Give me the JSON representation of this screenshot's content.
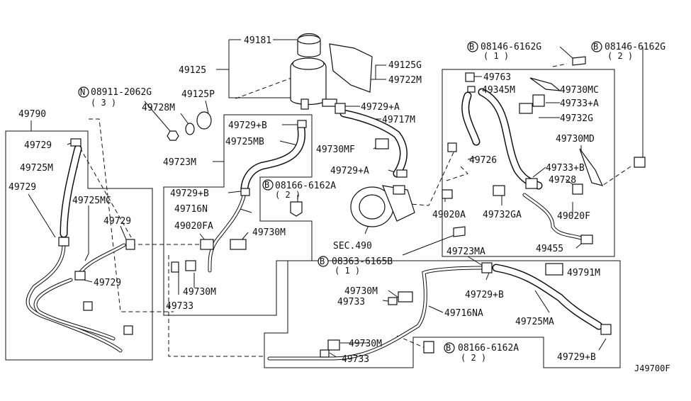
{
  "diagram_code": "J49700F",
  "labels": {
    "p49181": "49181",
    "p49125": "49125",
    "p49125G": "49125G",
    "p49722M": "49722M",
    "n08911": "08911-2062G",
    "n08911_qty": "( 3 )",
    "p49728M": "49728M",
    "p49125P": "49125P",
    "p49729A_1": "49729+A",
    "p49717M": "49717M",
    "p49790": "49790",
    "p49729_a": "49729",
    "p49725M": "49725M",
    "p49729_b": "49729",
    "p49725MC": "49725MC",
    "p49729_c": "49729",
    "p49729_d": "49729",
    "p49723M": "49723M",
    "p49729B_1": "49729+B",
    "p49725MB": "49725MB",
    "p49730MF": "49730MF",
    "p49729A_2": "49729+A",
    "b08166_a": "08166-6162A",
    "b08166_a_qty": "( 2 )",
    "p49729B_2": "49729+B",
    "p49716N": "49716N",
    "p49020FA": "49020FA",
    "p49730M_1": "49730M",
    "p49730M_2": "49730M",
    "p49733_1": "49733",
    "sec490": "SEC.490",
    "b08146_1": "08146-6162G",
    "b08146_1_qty": "( 1 )",
    "b08146_2": "08146-6162G",
    "b08146_2_qty": "( 2 )",
    "p49763": "49763",
    "p49345M": "49345M",
    "p49730MC": "49730MC",
    "p49733A": "49733+A",
    "p49732G": "49732G",
    "p49730MD": "49730MD",
    "p49726": "49726",
    "p49733B": "49733+B",
    "p49728": "49728",
    "p49020A": "49020A",
    "p49732GA": "49732GA",
    "p49020F": "49020F",
    "p49455": "49455",
    "b08363": "08363-6165B",
    "b08363_qty": "( 1 )",
    "p49723MA": "49723MA",
    "p49791M": "49791M",
    "p49730M_3": "49730M",
    "p49733_2": "49733",
    "p49729B_3": "49729+B",
    "p49716NA": "49716NA",
    "p49725MA": "49725MA",
    "p49730M_4": "49730M",
    "p49733_3": "49733",
    "b08166_b": "08166-6162A",
    "b08166_b_qty": "( 2 )",
    "p49729B_4": "49729+B"
  },
  "markers": {
    "bolt": "B",
    "nut": "N"
  }
}
